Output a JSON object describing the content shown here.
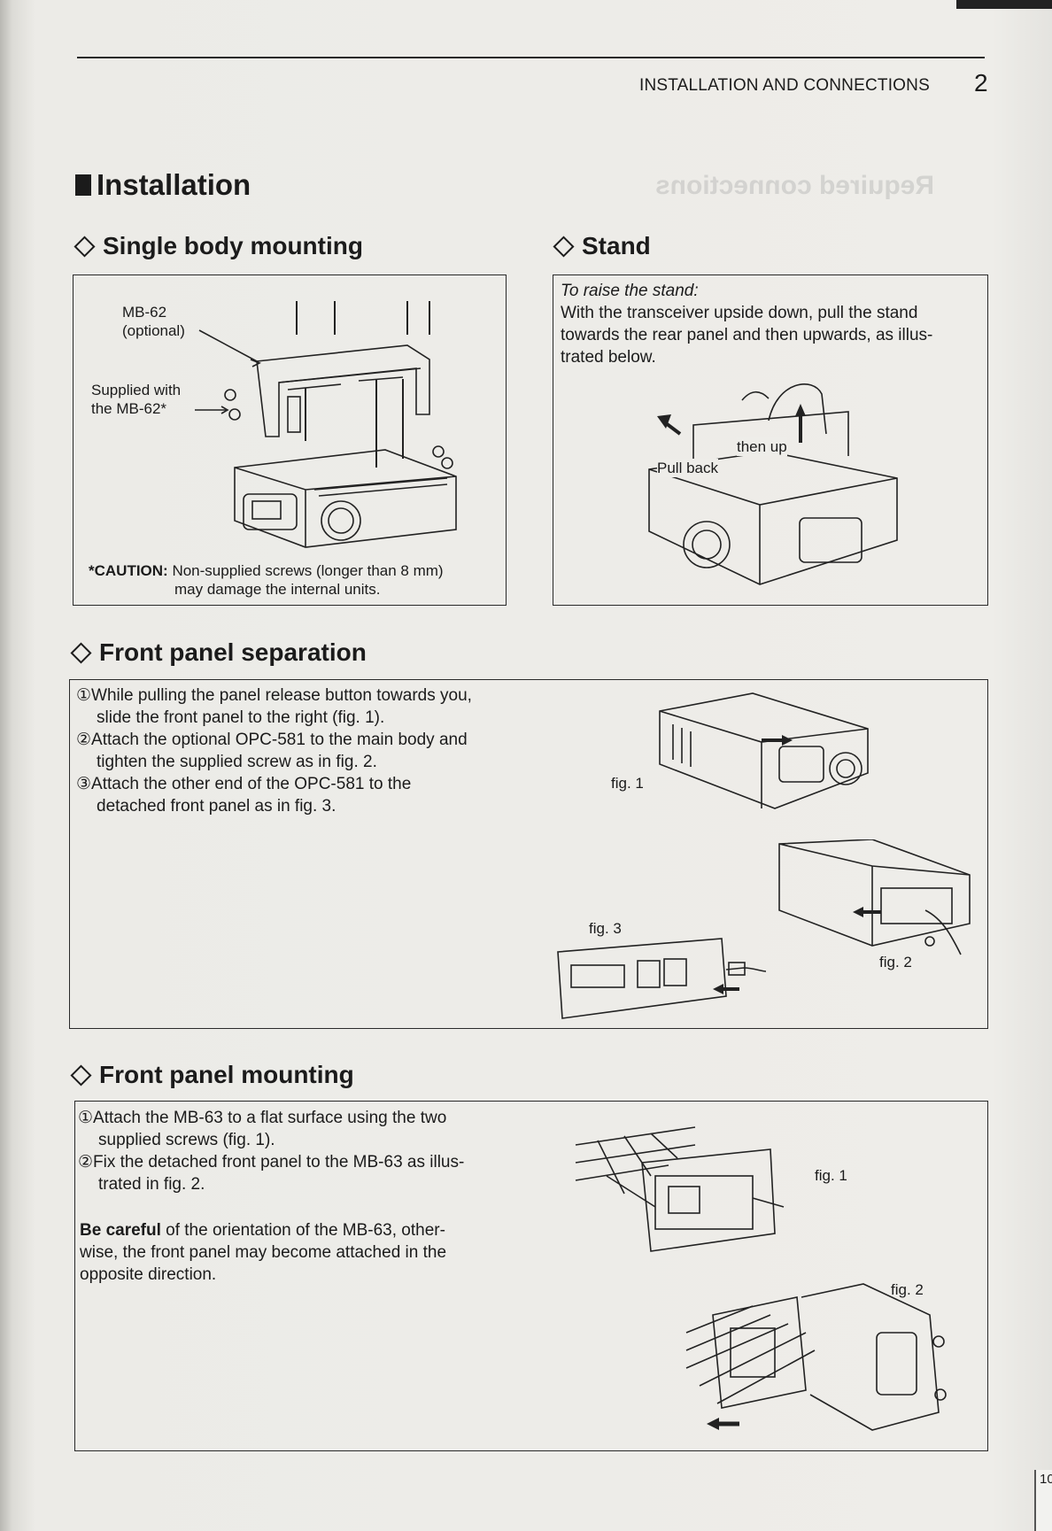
{
  "header": {
    "section": "INSTALLATION AND CONNECTIONS",
    "chapter": "2"
  },
  "installation": {
    "title": "Installation"
  },
  "single_body": {
    "title": "Single body mounting",
    "label_mb62_line1": "MB-62",
    "label_mb62_line2": "(optional)",
    "label_supplied_line1": "Supplied with",
    "label_supplied_line2": "the MB-62*",
    "caution_bold": "*CAUTION:",
    "caution_line1": "Non-supplied screws (longer than 8 mm)",
    "caution_line2": "may damage the internal units."
  },
  "stand": {
    "title": "Stand",
    "intro": "To raise the stand:",
    "line1": "With the transceiver upside down, pull the stand",
    "line2": "towards the rear panel and then upwards, as illus-",
    "line3": "trated below.",
    "label_then_up": "then up",
    "label_pull_back": "Pull back"
  },
  "front_sep": {
    "title": "Front panel separation",
    "m1": "①",
    "l1a": "While pulling the panel release button towards you,",
    "l1b": "slide the front panel to the right (fig. 1).",
    "m2": "②",
    "l2a": "Attach the optional OPC-581 to the main body and",
    "l2b": "tighten the supplied screw as in fig. 2.",
    "m3": "③",
    "l3a": "Attach  the  other  end  of  the  OPC-581  to  the",
    "l3b": "detached front panel as in fig. 3.",
    "fig1": "fig. 1",
    "fig2": "fig. 2",
    "fig3": "fig. 3"
  },
  "front_mount": {
    "title": "Front panel mounting",
    "m1": "①",
    "l1a": "Attach  the  MB-63  to  a  flat  surface  using  the  two",
    "l1b": "supplied screws (fig. 1).",
    "m2": "②",
    "l2a": "Fix the detached front panel to the MB-63 as illus-",
    "l2b": "trated in fig. 2.",
    "careful_bold": "Be  careful",
    "careful1": " of  the  orientation  of  the  MB-63,  other-",
    "careful2": "wise,  the  front  panel  may  become  attached  in  the",
    "careful3": "opposite direction.",
    "fig1": "fig. 1",
    "fig2": "fig. 2"
  },
  "page_number": "10"
}
